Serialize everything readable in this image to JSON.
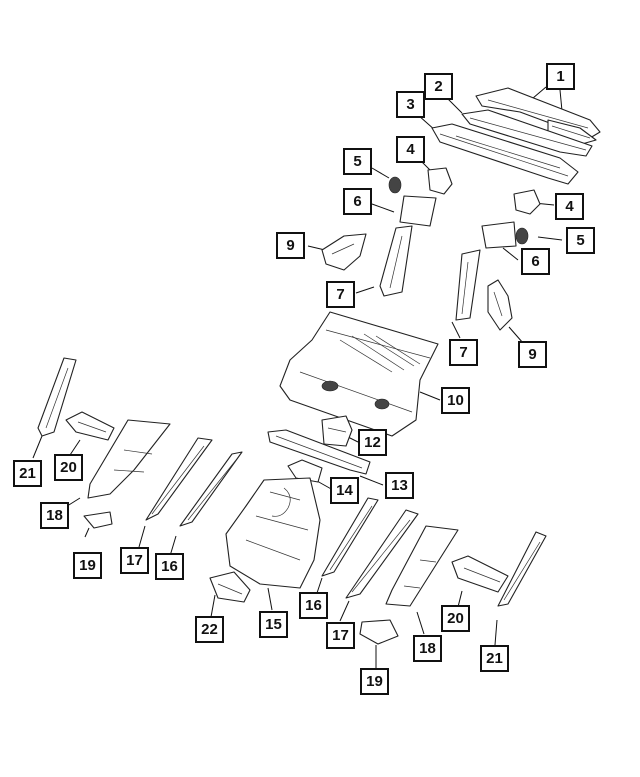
{
  "callouts": [
    "1",
    "2",
    "3",
    "4",
    "4",
    "5",
    "5",
    "6",
    "6",
    "7",
    "7",
    "9",
    "9",
    "10",
    "12",
    "13",
    "14",
    "15",
    "16",
    "16",
    "17",
    "17",
    "18",
    "18",
    "19",
    "19",
    "20",
    "20",
    "21",
    "21",
    "22"
  ]
}
